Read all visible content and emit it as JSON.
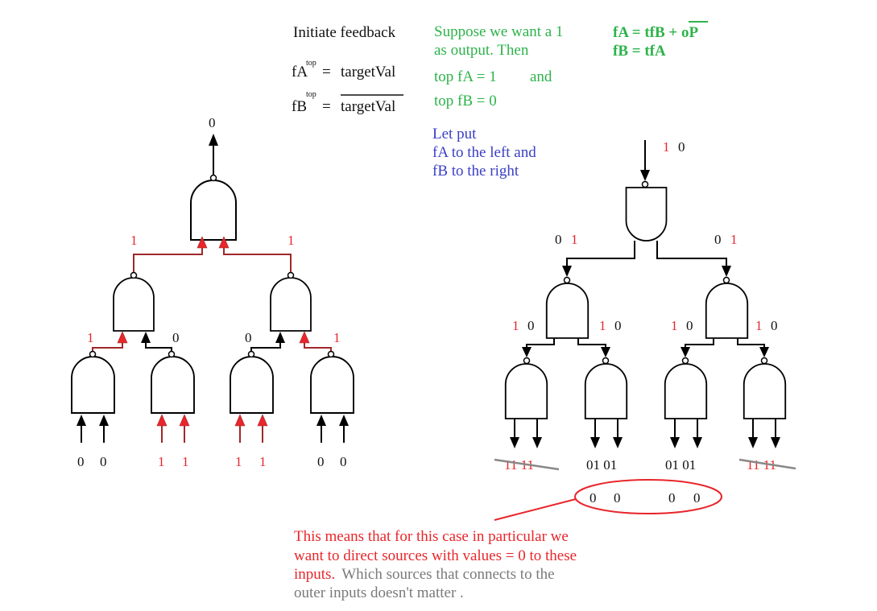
{
  "header": {
    "initiate": "Initiate feedback",
    "fa_label": "fA",
    "fa_sup": "top",
    "fa_rhs": "targetVal",
    "fb_label": "fB",
    "fb_sup": "top",
    "fb_rhs": "targetVal",
    "equals": "="
  },
  "green_note": {
    "line1": "Suppose we want a 1",
    "line2": "as output. Then",
    "line3a": "top fA = 1",
    "line3b": "and",
    "line4": "top fB = 0"
  },
  "formula": {
    "fa_eq_prefix": "fA = tfB + ",
    "fa_eq_op": "oP",
    "fb_eq": "fB = tfA"
  },
  "blue_note": {
    "line1": "Let put",
    "line2": "fA  to the left and",
    "line3": "fB  to the right"
  },
  "left_tree": {
    "output_value": "0",
    "level1": {
      "left": "1",
      "right": "1"
    },
    "level2": [
      "1",
      "0",
      "0",
      "1"
    ],
    "inputs": [
      {
        "a": "0",
        "b": "0",
        "color": "black"
      },
      {
        "a": "1",
        "b": "1",
        "color": "red"
      },
      {
        "a": "1",
        "b": "1",
        "color": "red"
      },
      {
        "a": "0",
        "b": "0",
        "color": "black"
      }
    ]
  },
  "right_tree": {
    "top_pair": {
      "a": "1",
      "b": "0"
    },
    "level1": [
      {
        "a": "0",
        "b": "1"
      },
      {
        "a": "0",
        "b": "1"
      }
    ],
    "level2": [
      {
        "a": "1",
        "b": "0"
      },
      {
        "a": "1",
        "b": "0"
      },
      {
        "a": "1",
        "b": "0"
      },
      {
        "a": "1",
        "b": "0"
      }
    ],
    "leaf_outputs": [
      "11 11",
      "01  01",
      "01  01",
      "11 11"
    ],
    "leaf_struck": [
      true,
      false,
      false,
      true
    ],
    "circled_values": [
      "0",
      "0",
      "0",
      "0"
    ]
  },
  "conclusion": {
    "red_line1": "This means that for this case in particular we",
    "red_line2": "want to direct sources with values = 0 to these",
    "red_line3": "inputs.",
    "gray_line3": "Which sources that connects to the",
    "gray_line4": "outer inputs doesn't matter ."
  },
  "colors": {
    "red": "#e8262b",
    "green": "#2db34a",
    "blue": "#3a3fc4",
    "gray": "#7a7a7a",
    "dark_red_wire": "#a0282a"
  }
}
